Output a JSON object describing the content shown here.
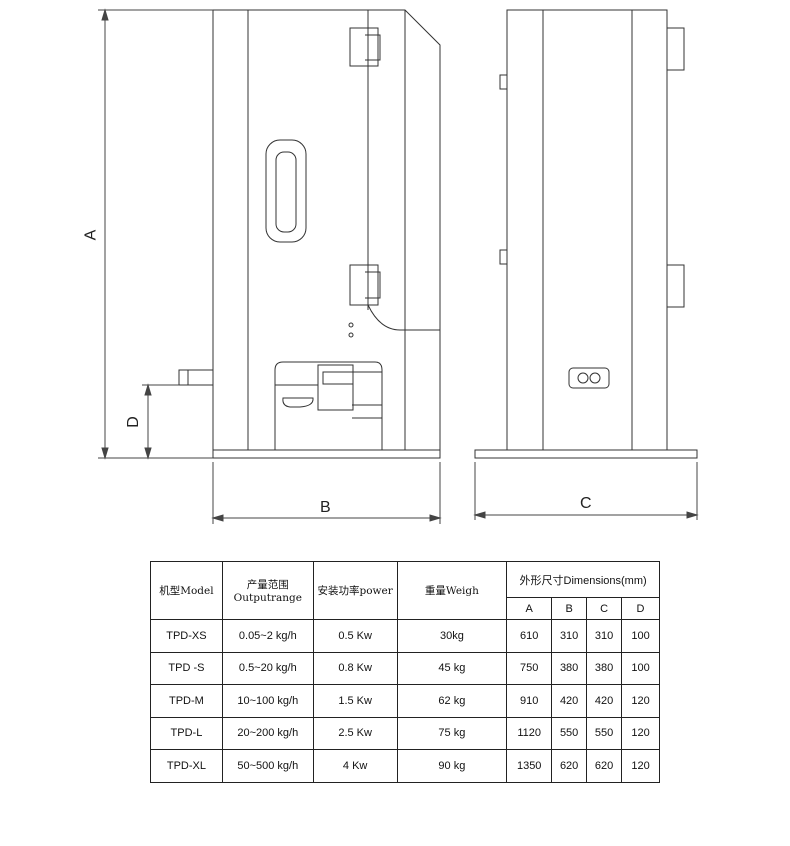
{
  "dimension_labels": {
    "A": "A",
    "B": "B",
    "C": "C",
    "D": "D"
  },
  "table": {
    "headers": {
      "model": "机型Model",
      "output_cn": "产量范围",
      "output_en": "Outputrange",
      "power": "安装功率power",
      "weight": "重量Weigh",
      "dimensions": "外形尺寸Dimensions(mm)",
      "dim_cols": [
        "A",
        "B",
        "C",
        "D"
      ]
    },
    "rows": [
      {
        "model": "TPD-XS",
        "output": "0.05~2 kg/h",
        "power": "0.5 Kw",
        "weight": "30kg",
        "A": "610",
        "B": "310",
        "C": "310",
        "D": "100"
      },
      {
        "model": "TPD -S",
        "output": "0.5~20 kg/h",
        "power": "0.8 Kw",
        "weight": "45 kg",
        "A": "750",
        "B": "380",
        "C": "380",
        "D": "100"
      },
      {
        "model": "TPD-M",
        "output": "10~100 kg/h",
        "power": "1.5 Kw",
        "weight": "62 kg",
        "A": "910",
        "B": "420",
        "C": "420",
        "D": "120"
      },
      {
        "model": "TPD-L",
        "output": "20~200 kg/h",
        "power": "2.5 Kw",
        "weight": "75 kg",
        "A": "1120",
        "B": "550",
        "C": "550",
        "D": "120"
      },
      {
        "model": "TPD-XL",
        "output": "50~500 kg/h",
        "power": "4 Kw",
        "weight": "90 kg",
        "A": "1350",
        "B": "620",
        "C": "620",
        "D": "120"
      }
    ]
  }
}
